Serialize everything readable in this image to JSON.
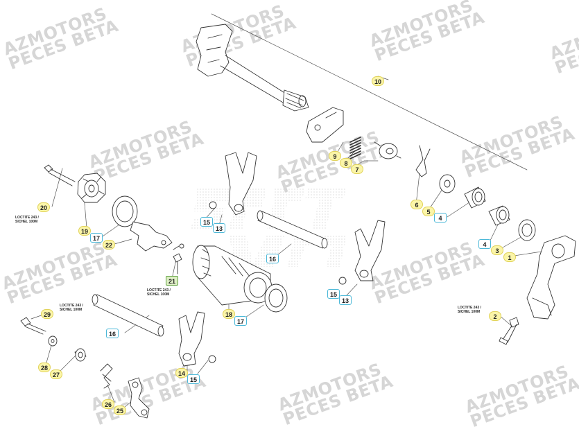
{
  "watermark": {
    "line1": "AZMOTORS",
    "line2": "PECES BETA"
  },
  "notes": {
    "n20": {
      "line1": "LOCTITE 243 /",
      "line2": "SICHEL 100M"
    },
    "n21": {
      "line1": "LOCTITE 243 /",
      "line2": "SICHEL 100M"
    },
    "n29": {
      "line1": "LOCTITE 243 /",
      "line2": "SICHEL 100M"
    },
    "n2": {
      "line1": "LOCTITE 243 /",
      "line2": "SICHEL 100M"
    }
  },
  "callouts": {
    "c1": "1",
    "c2": "2",
    "c3": "3",
    "c4a": "4",
    "c4b": "4",
    "c5": "5",
    "c6": "6",
    "c7": "7",
    "c8": "8",
    "c9": "9",
    "c10": "10",
    "c13a": "13",
    "c13b": "13",
    "c14": "14",
    "c15a": "15",
    "c15b": "15",
    "c15c": "15",
    "c16a": "16",
    "c16b": "16",
    "c17a": "17",
    "c17b": "17",
    "c18": "18",
    "c19": "19",
    "c20": "20",
    "c21": "21",
    "c22": "22",
    "c25": "25",
    "c26": "26",
    "c27": "27",
    "c28": "28",
    "c29": "29"
  },
  "colors": {
    "yellow": "#fbf5a8",
    "blue_border": "#4bb8d8",
    "green": "#dff0c6",
    "watermark": "#d6d6d6"
  }
}
